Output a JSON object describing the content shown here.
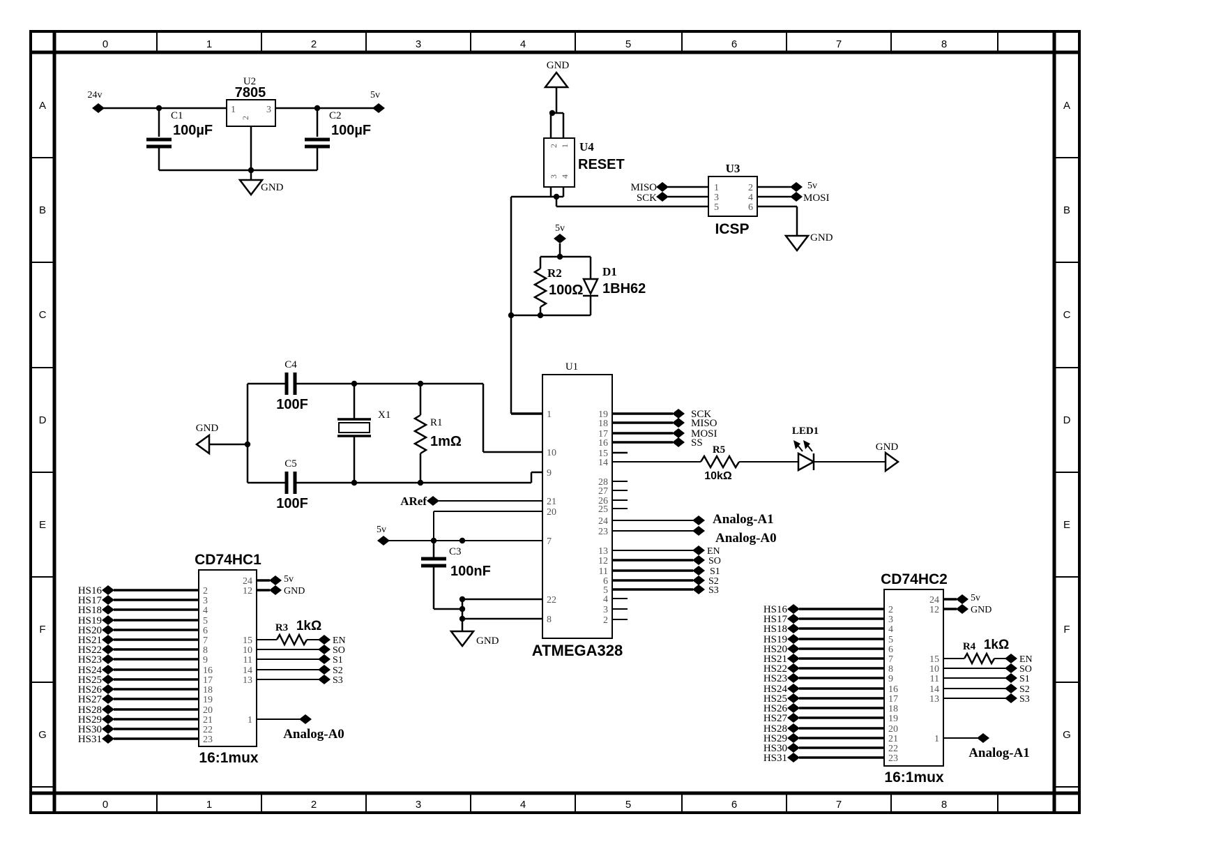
{
  "frame": {
    "cols": [
      "0",
      "1",
      "2",
      "3",
      "4",
      "5",
      "6",
      "7",
      "8"
    ],
    "rows": [
      "A",
      "B",
      "C",
      "D",
      "E",
      "F",
      "G"
    ]
  },
  "power": {
    "vin": "24v",
    "vout": "5v",
    "u2_ref": "U2",
    "u2_part": "7805",
    "u2_pin1": "1",
    "u2_pin2": "2",
    "u2_pin3": "3",
    "c1_ref": "C1",
    "c1_val": "100µF",
    "c2_ref": "C2",
    "c2_val": "100µF",
    "gnd": "GND"
  },
  "reset": {
    "gnd": "GND",
    "u4_ref": "U4",
    "u4_part": "RESET",
    "pins": [
      "2",
      "1",
      "3",
      "4"
    ],
    "v5": "5v",
    "r2_ref": "R2",
    "r2_val": "100Ω",
    "d1_ref": "D1",
    "d1_val": "1BH62"
  },
  "icsp": {
    "ref": "U3",
    "title": "ICSP",
    "pl": [
      "1",
      "3",
      "5"
    ],
    "pr": [
      "2",
      "4",
      "6"
    ],
    "miso": "MISO",
    "sck": "SCK",
    "v5": "5v",
    "mosi": "MOSI",
    "gnd": "GND"
  },
  "xtal": {
    "gnd": "GND",
    "c4_ref": "C4",
    "c4_val": "100F",
    "c5_ref": "C5",
    "c5_val": "100F",
    "x1_ref": "X1",
    "r1_ref": "R1",
    "r1_val": "1mΩ"
  },
  "mcu": {
    "ref": "U1",
    "part": "ATMEGA328",
    "left_pins": [
      "1",
      "10",
      "9",
      "21",
      "20",
      "7",
      "22",
      "8"
    ],
    "spi_pins": [
      "19",
      "18",
      "17",
      "16"
    ],
    "spi_labels": [
      "SCK",
      "MISO",
      "MOSI",
      "SS"
    ],
    "pin15": "15",
    "pin14": "14",
    "r5_ref": "R5",
    "r5_val": "10kΩ",
    "led": "LED1",
    "led_gnd": "GND",
    "nc_pins": [
      "28",
      "27",
      "26",
      "25"
    ],
    "pin24": "24",
    "pin23": "23",
    "analog_a1": "Analog-A1",
    "analog_a0": "Analog-A0",
    "sel_pins": [
      "13",
      "12",
      "11",
      "6",
      "5"
    ],
    "nc_pins2": [
      "4",
      "3",
      "2"
    ],
    "aref": "ARef",
    "v5": "5v",
    "c3_ref": "C3",
    "c3_val": "100nF",
    "gnd": "GND"
  },
  "sel": [
    "EN",
    "SO",
    "S1",
    "S2",
    "S3"
  ],
  "hs": [
    "HS16",
    "HS17",
    "HS18",
    "HS19",
    "HS20",
    "HS21",
    "HS22",
    "HS23",
    "HS24",
    "HS25",
    "HS26",
    "HS27",
    "HS28",
    "HS29",
    "HS30",
    "HS31"
  ],
  "mux_pins": [
    "2",
    "3",
    "4",
    "5",
    "6",
    "7",
    "8",
    "9",
    "16",
    "17",
    "18",
    "19",
    "20",
    "21",
    "22",
    "23"
  ],
  "mux_sel_pins": [
    "15",
    "10",
    "11",
    "14",
    "13"
  ],
  "mux1": {
    "title": "CD74HC1",
    "sub": "16:1mux",
    "p24": "24",
    "p12": "12",
    "v5": "5v",
    "gnd": "GND",
    "r_ref": "R3",
    "r_val": "1kΩ",
    "p1": "1",
    "out": "Analog-A0"
  },
  "mux2": {
    "title": "CD74HC2",
    "sub": "16:1mux",
    "p24": "24",
    "p12": "12",
    "v5": "5v",
    "gnd": "GND",
    "r_ref": "R4",
    "r_val": "1kΩ",
    "p1": "1",
    "out": "Analog-A1"
  }
}
